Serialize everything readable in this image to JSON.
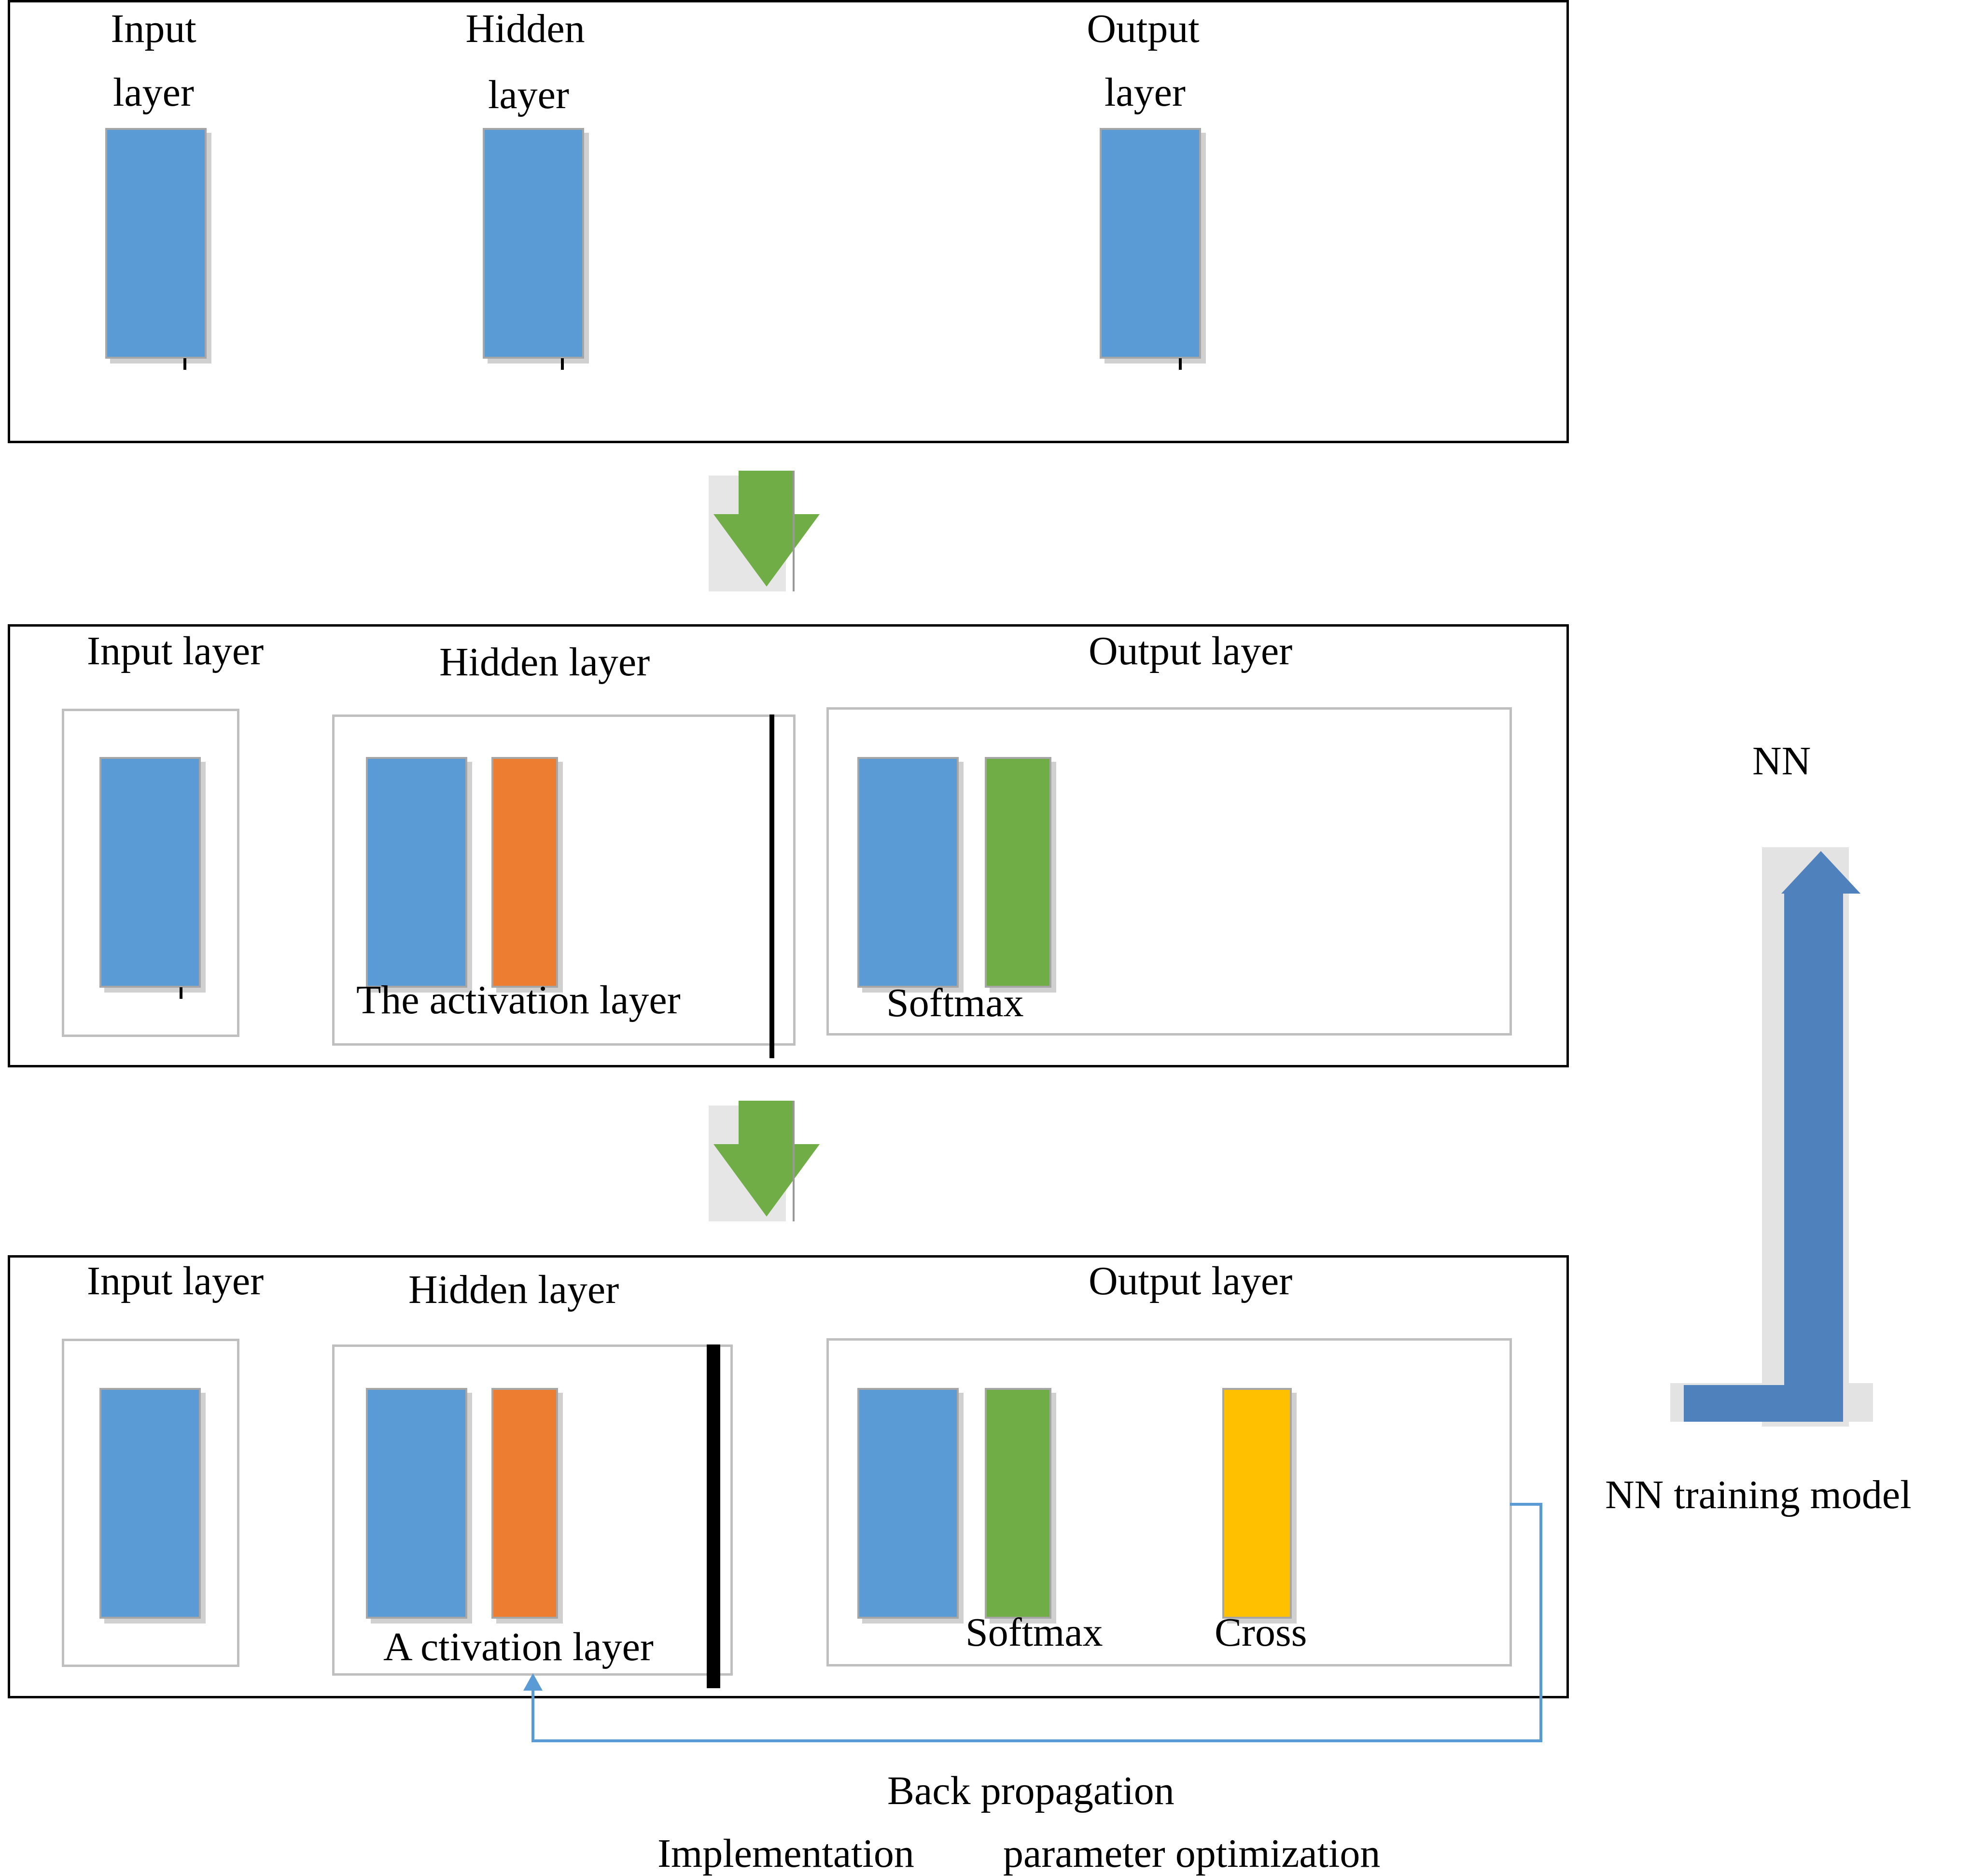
{
  "colors": {
    "linear_block": "#5b9bd5",
    "activation_block": "#ed7d31",
    "softmax_block": "#70ad47",
    "cross_block": "#ffc000",
    "down_arrow": "#70ad47",
    "nn_arrow": "#4f81bd",
    "backprop_line": "#5b9bd5"
  },
  "panel1": {
    "input_line1": "Input",
    "input_line2": "layer",
    "hidden_line1": "Hidden",
    "hidden_line2": "layer",
    "output_line1": "Output",
    "output_line2": "layer"
  },
  "panel2": {
    "input_title": "Input layer",
    "hidden_title": "Hidden layer",
    "output_title": "Output layer",
    "activation_label": "The activation layer",
    "softmax_label": "Softmax"
  },
  "panel3": {
    "input_title": "Input layer",
    "hidden_title": "Hidden layer",
    "output_title": "Output layer",
    "activation_label": "A ctivation layer",
    "softmax_label": "Softmax",
    "cross_label": "Cross"
  },
  "side": {
    "nn_label": "NN",
    "nn_training_label": "NN training model"
  },
  "bottom": {
    "backprop_label": "Back propagation",
    "implementation_label": "Implementation",
    "param_opt_label": "parameter optimization"
  }
}
